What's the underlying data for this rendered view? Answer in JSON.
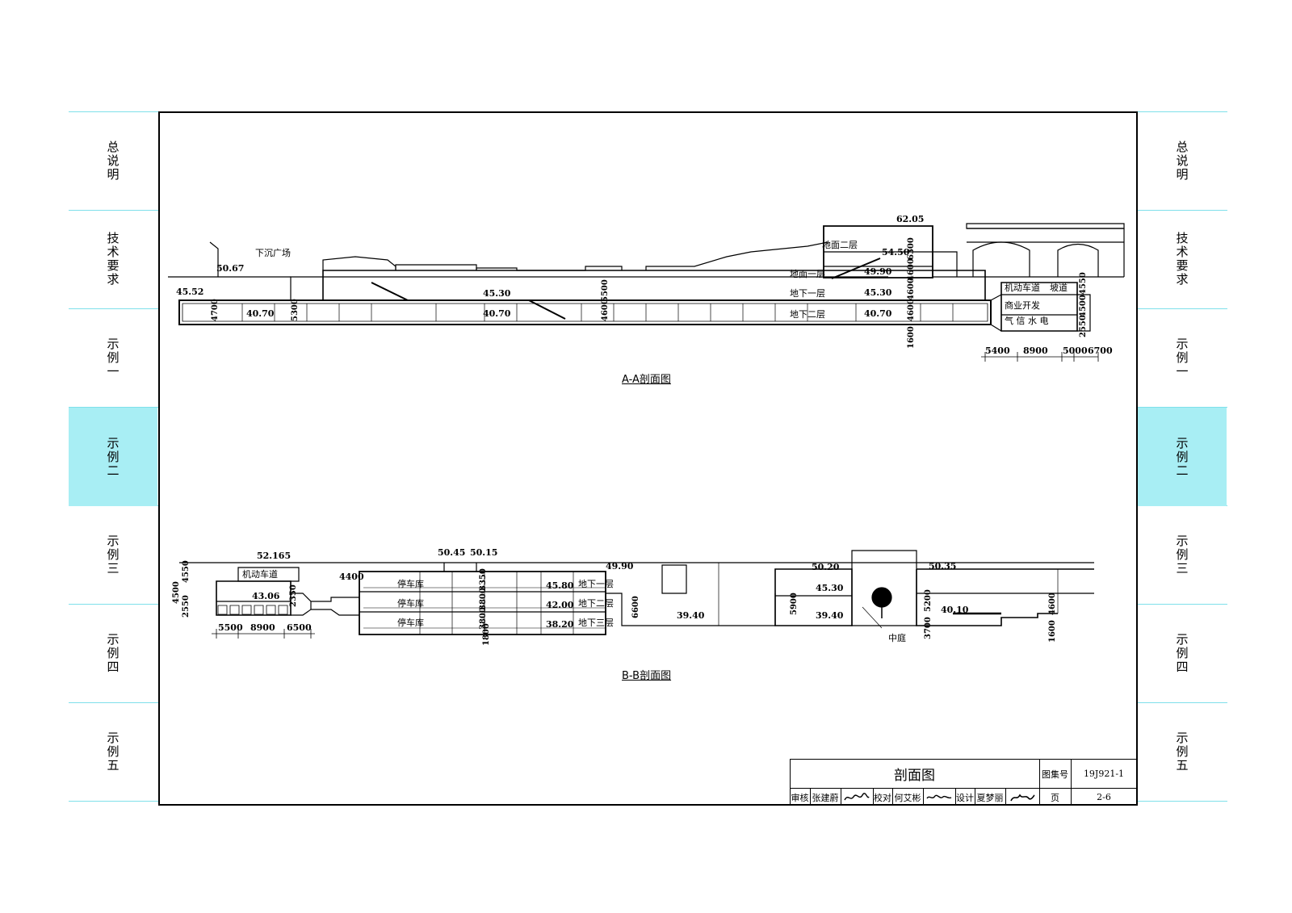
{
  "sidebar": {
    "items": [
      {
        "label": "总说明",
        "active": false
      },
      {
        "label": "技术要求",
        "active": false
      },
      {
        "label": "示例一",
        "active": false
      },
      {
        "label": "示例二",
        "active": true
      },
      {
        "label": "示例三",
        "active": false
      },
      {
        "label": "示例四",
        "active": false
      },
      {
        "label": "示例五",
        "active": false
      }
    ],
    "active_color": "#a8eef4",
    "line_color": "#7fe0ea"
  },
  "section_aa": {
    "caption": "A-A剖面图",
    "labels": {
      "sunken_plaza": "下沉广场",
      "ground_2f": "地面二层",
      "ground_1f": "地面一层",
      "b1": "地下一层",
      "b2": "地下二层",
      "vehicle_road": "机动车道",
      "ramp": "坡道",
      "commercial": "商业开发",
      "utilities": "气 信 水 电"
    },
    "elevations": {
      "e1": "50.67",
      "e2": "45.52",
      "e3": "40.70",
      "e4": "45.30",
      "e5": "40.70",
      "e6": "62.05",
      "e7": "54.50",
      "e8": "49.90",
      "e9": "45.30",
      "e10": "40.70"
    },
    "dims": {
      "d4700": "4700",
      "d5300": "5300",
      "d5500": "5500",
      "d4600": "4600",
      "d6300": "6300",
      "d4600b": "4600",
      "d4600c": "4600",
      "d4600d": "4600",
      "d1600": "1600",
      "d4550": "4550",
      "d4500": "4500",
      "d2550": "2550",
      "d5400": "5400",
      "d8900": "8900",
      "d5000": "5000",
      "d6700": "6700"
    }
  },
  "section_bb": {
    "caption": "B-B剖面图",
    "labels": {
      "vehicle_road": "机动车道",
      "parking": "停车库",
      "b1": "地下一层",
      "b2": "地下二层",
      "b3": "地下三层",
      "courtyard": "中庭"
    },
    "elevations": {
      "e1": "52.165",
      "e2": "43.06",
      "e3": "50.45",
      "e4": "50.15",
      "e5": "49.90",
      "e6": "45.80",
      "e7": "42.00",
      "e8": "38.20",
      "e9": "39.40",
      "e10": "50.20",
      "e11": "45.30",
      "e12": "39.40",
      "e13": "50.35",
      "e14": "40.10"
    },
    "dims": {
      "d4550": "4550",
      "d4500": "4500",
      "d2550": "2550",
      "d2350": "2350",
      "d4400": "4400",
      "d5500": "5500",
      "d8900": "8900",
      "d6500": "6500",
      "d3350": "3350",
      "d3800": "3800",
      "d3800b": "3800",
      "d1800": "1800",
      "d6600": "6600",
      "d5900": "5900",
      "d5200": "5200",
      "d3700": "3700",
      "d4600": "4600",
      "d1600": "1600"
    }
  },
  "title_block": {
    "title": "剖面图",
    "atlas_label": "图集号",
    "atlas_no": "19J921-1",
    "page_label": "页",
    "page_no": "2-6",
    "review_label": "审核",
    "reviewer": "张建蔚",
    "check_label": "校对",
    "checker": "何艾彬",
    "design_label": "设计",
    "designer": "夏梦丽"
  }
}
